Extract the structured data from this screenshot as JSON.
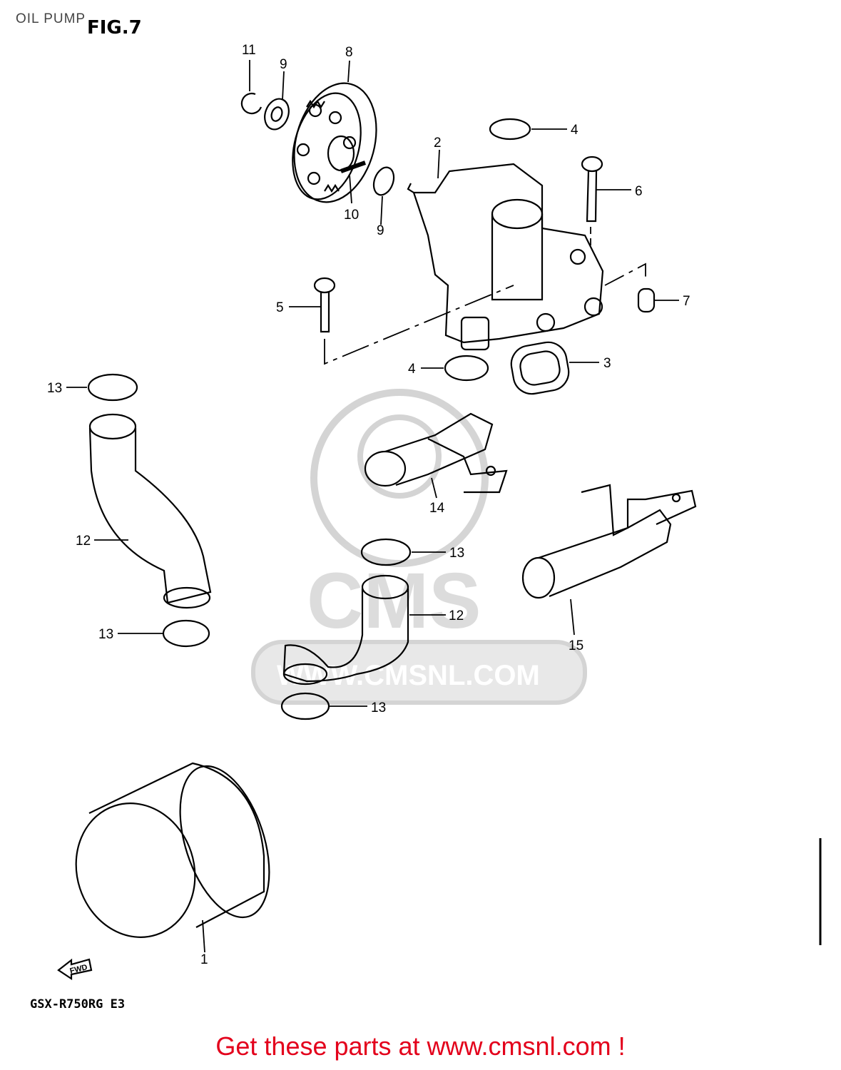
{
  "page_title": "OIL PUMP",
  "figure_title": "FIG.7",
  "model_code": "GSX-R750RG  E3",
  "fwd_label": "FWD",
  "watermark": {
    "logo": "CMS",
    "url": "WWW.CMSNL.COM"
  },
  "footer_text": "Get these parts at www.cmsnl.com !",
  "colors": {
    "footer": "#e3001b",
    "line": "#000000",
    "watermark": "#d0d0d0"
  },
  "callouts": {
    "c11": "11",
    "c9a": "9",
    "c8": "8",
    "c10": "10",
    "c9b": "9",
    "c4a": "4",
    "c2": "2",
    "c6": "6",
    "c7": "7",
    "c5": "5",
    "c4b": "4",
    "c3": "3",
    "c13a": "13",
    "c12a": "12",
    "c13b": "13",
    "c14": "14",
    "c13c": "13",
    "c12b": "12",
    "c15": "15",
    "c13d": "13",
    "c1": "1"
  }
}
